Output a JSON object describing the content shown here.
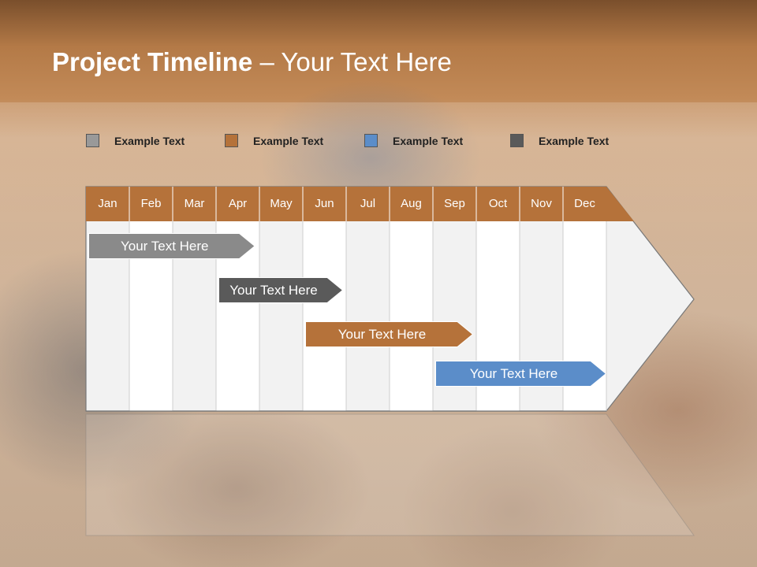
{
  "title": {
    "bold": "Project Timeline",
    "rest": " – Your Text Here"
  },
  "legend": [
    {
      "label": "Example Text",
      "color": "#999999"
    },
    {
      "label": "Example Text",
      "color": "#b5723a"
    },
    {
      "label": "Example Text",
      "color": "#5b8dc9"
    },
    {
      "label": "Example Text",
      "color": "#5a5a5a"
    }
  ],
  "months": [
    "Jan",
    "Feb",
    "Mar",
    "Apr",
    "May",
    "Jun",
    "Jul",
    "Aug",
    "Sep",
    "Oct",
    "Nov",
    "Dec"
  ],
  "tasks": [
    {
      "label": "Your  Text Here",
      "color": "#8a8a8a",
      "start": "Jan",
      "end": "Apr"
    },
    {
      "label": "Your  Text Here",
      "color": "#5a5a5a",
      "start": "Apr",
      "end": "Jun"
    },
    {
      "label": "Your  Text Here",
      "color": "#b5723a",
      "start": "Jun",
      "end": "Sep"
    },
    {
      "label": "Your  Text Here",
      "color": "#5b8dc9",
      "start": "Sep",
      "end": "Dec"
    }
  ],
  "colors": {
    "header": "#b5723a",
    "grid": "#d6d6d6",
    "panel": "#f2f2f2"
  }
}
